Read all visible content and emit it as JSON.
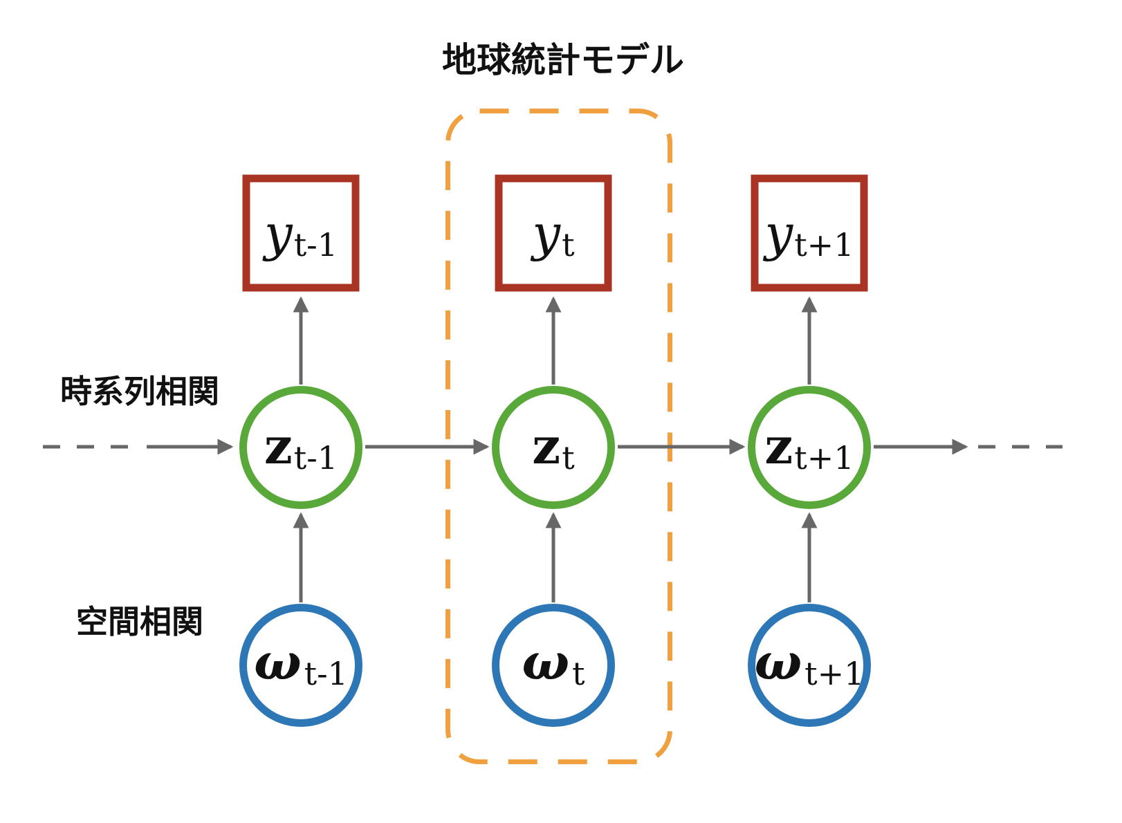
{
  "title": "地球統計モデル",
  "labels": {
    "temporal": "時系列相関",
    "spatial": "空間相関"
  },
  "colors": {
    "background": "#ffffff",
    "square": "#a93423",
    "z_circle": "#58a83a",
    "omega_circle": "#2e77b6",
    "box": "#f0a03e",
    "arrow": "#676767",
    "text": "#111111"
  },
  "nodes": {
    "y": [
      {
        "main": "y",
        "sub": "t-1"
      },
      {
        "main": "y",
        "sub": "t"
      },
      {
        "main": "y",
        "sub": "t+1"
      }
    ],
    "z": [
      {
        "main": "z",
        "sub": "t-1"
      },
      {
        "main": "z",
        "sub": "t"
      },
      {
        "main": "z",
        "sub": "t+1"
      }
    ],
    "omega": [
      {
        "main": "ω",
        "sub": "t-1"
      },
      {
        "main": "ω",
        "sub": "t"
      },
      {
        "main": "ω",
        "sub": "t+1"
      }
    ]
  }
}
